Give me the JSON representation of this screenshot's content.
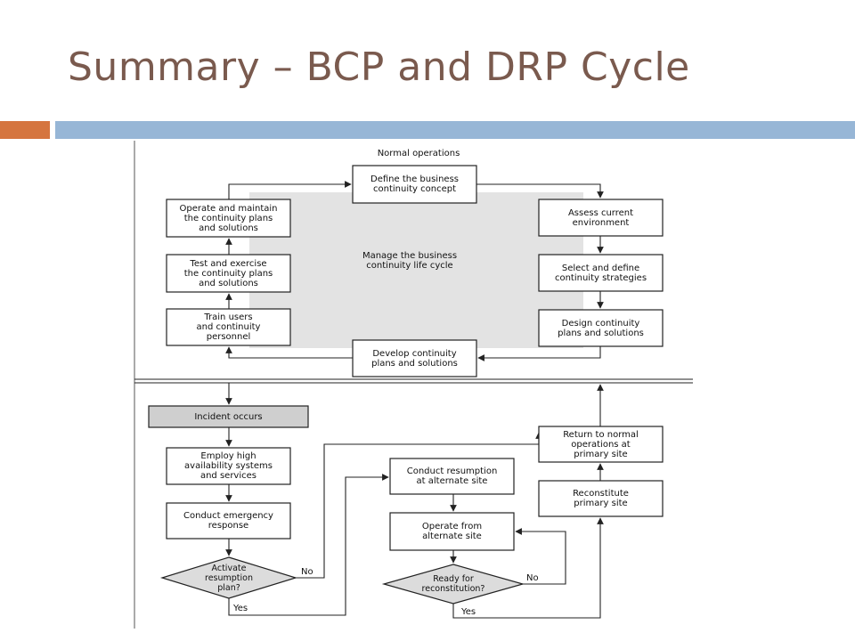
{
  "slide": {
    "title": "Summary – BCP and DRP Cycle"
  },
  "diagram": {
    "normal_ops_label": "Normal operations",
    "center_label": "Manage the business\ncontinuity life cycle",
    "define": "Define the business\ncontinuity concept",
    "assess": "Assess current\nenvironment",
    "select": "Select and define\ncontinuity strategies",
    "design": "Design continuity\nplans and solutions",
    "develop": "Develop continuity\nplans and solutions",
    "train": "Train users\nand continuity\npersonnel",
    "test": "Test and exercise\nthe continuity plans\nand solutions",
    "operate": "Operate and maintain\nthe continuity plans\nand solutions",
    "incident": "Incident occurs",
    "employ": "Employ high\navailability systems\nand services",
    "emergency": "Conduct emergency\nresponse",
    "activate": "Activate\nresumption\nplan?",
    "resumption": "Conduct resumption\nat alternate site",
    "operate_alt": "Operate from\nalternate site",
    "ready": "Ready for\nreconstitution?",
    "reconstitute": "Reconstitute\nprimary site",
    "return": "Return to normal\noperations at\nprimary site",
    "no": "No",
    "yes": "Yes"
  }
}
